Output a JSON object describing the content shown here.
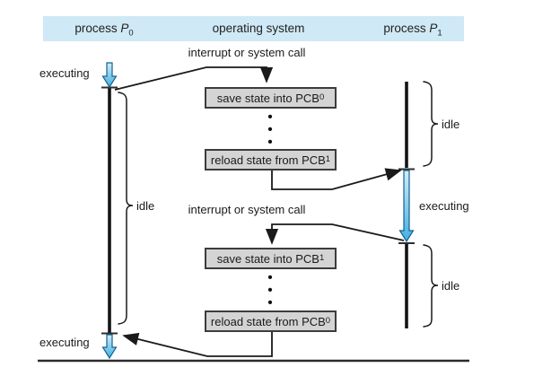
{
  "header": {
    "p0": {
      "text": "process ",
      "var": "P",
      "sub": "0"
    },
    "os": {
      "text": "operating system"
    },
    "p1": {
      "text": "process ",
      "var": "P",
      "sub": "1"
    }
  },
  "labels": {
    "executing_p0_top": "executing",
    "executing_p0_bottom": "executing",
    "executing_p1": "executing",
    "idle_p0": "idle",
    "idle_p1_top": "idle",
    "idle_p1_bottom": "idle",
    "interrupt_1": "interrupt or system call",
    "interrupt_2": "interrupt or system call",
    "ellipsis_dot": "•"
  },
  "boxes": {
    "save0": {
      "text": "save state into PCB",
      "sub": "0"
    },
    "reload1": {
      "text": "reload state from PCB",
      "sub": "1"
    },
    "save1": {
      "text": "save state into PCB",
      "sub": "1"
    },
    "reload0": {
      "text": "reload state from PCB",
      "sub": "0"
    }
  },
  "colors": {
    "header_bg": "#cfe9f6",
    "box_bg": "#d4d4d4",
    "box_border": "#3c3c3c",
    "line": "#1a1a1a",
    "arrow_fill_light": "#d2edf9",
    "arrow_fill_dark": "#3fb0e2",
    "arrow_stroke": "#18608f"
  }
}
